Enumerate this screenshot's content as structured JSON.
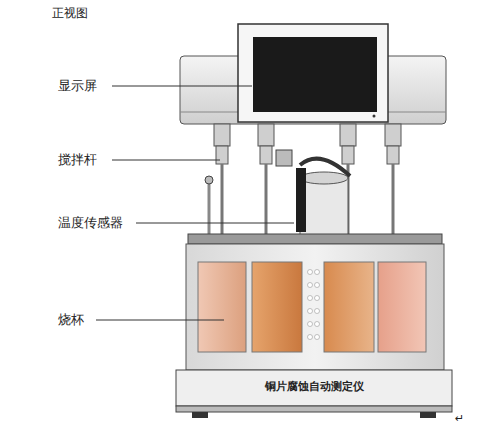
{
  "diagram": {
    "title": "正视图",
    "labels": [
      "显示屏",
      "搅拌杆",
      "温度传感器",
      "烧杯",
      "铜片腐蚀自动测定仪",
      "↵"
    ]
  }
}
